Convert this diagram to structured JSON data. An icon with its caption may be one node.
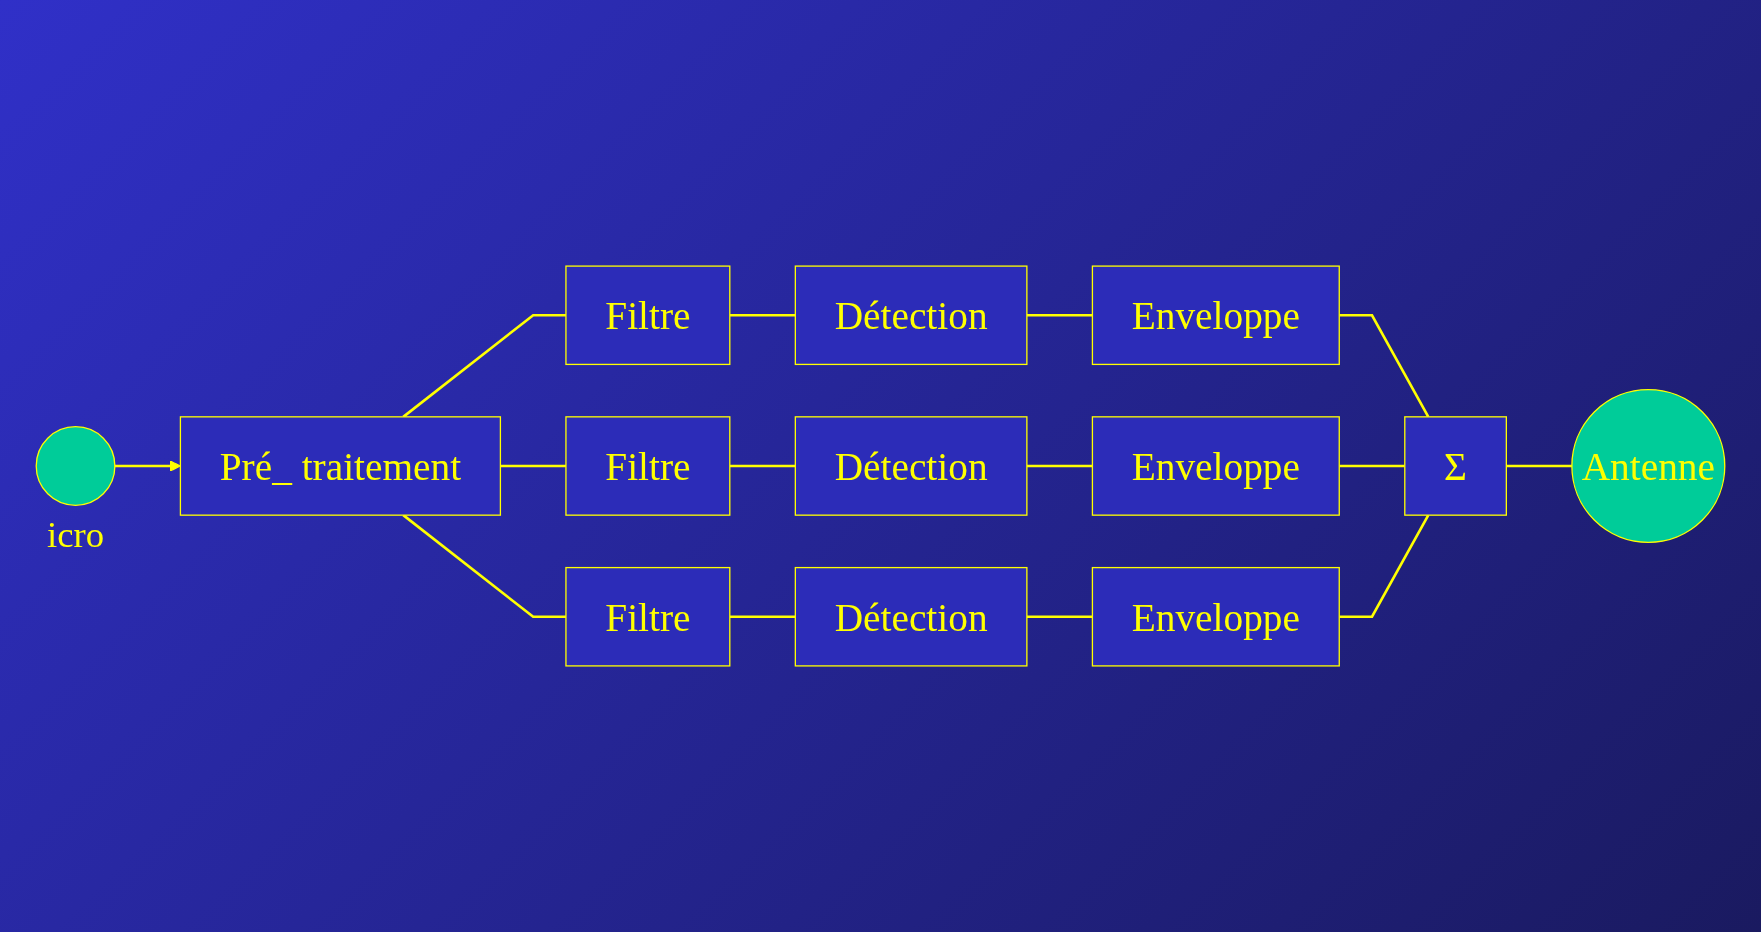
{
  "diagram": {
    "nodes": [
      {
        "text": [],
        "shape": "circle",
        "beside": [
          "icro"
        ]
      },
      {
        "text": [
          "Pré_ traitement"
        ]
      },
      {
        "text": [
          "Filtre"
        ]
      },
      {
        "text": [
          "Détection"
        ]
      },
      {
        "text": [
          "Enveloppe"
        ]
      },
      {
        "text": [
          "Filtre"
        ]
      },
      {
        "text": [
          "Détection"
        ]
      },
      {
        "text": [
          "Enveloppe"
        ]
      },
      {
        "text": [
          "Filtre"
        ]
      },
      {
        "text": [
          "Détection"
        ]
      },
      {
        "text": [
          "Enveloppe"
        ]
      },
      {
        "text": [
          "Σ"
        ]
      },
      {
        "text": [
          "Antenne"
        ]
      }
    ],
    "edges": [
      {
        "from": 0,
        "to": 1,
        "arrow": "to"
      },
      {
        "from": 1,
        "to": 2,
        "arrow": "none"
      },
      {
        "from": 2,
        "to": 3,
        "arrow": "none"
      },
      {
        "from": 3,
        "to": 4,
        "arrow": "none"
      },
      {
        "from": 1,
        "to": 5,
        "arrow": "none"
      },
      {
        "from": 5,
        "to": 6,
        "arrow": "none"
      },
      {
        "from": 6,
        "to": 7,
        "arrow": "none"
      },
      {
        "from": 1,
        "to": 8,
        "arrow": "none"
      },
      {
        "from": 8,
        "to": 9,
        "arrow": "none"
      },
      {
        "from": 9,
        "to": 10,
        "arrow": "none"
      },
      {
        "from": 4,
        "to": 11,
        "arrow": "none"
      },
      {
        "from": 7,
        "to": 11,
        "arrow": "none"
      },
      {
        "from": 10,
        "to": 11,
        "arrow": "none"
      },
      {
        "from": 11,
        "to": 12,
        "arrow": "none"
      }
    ]
  }
}
